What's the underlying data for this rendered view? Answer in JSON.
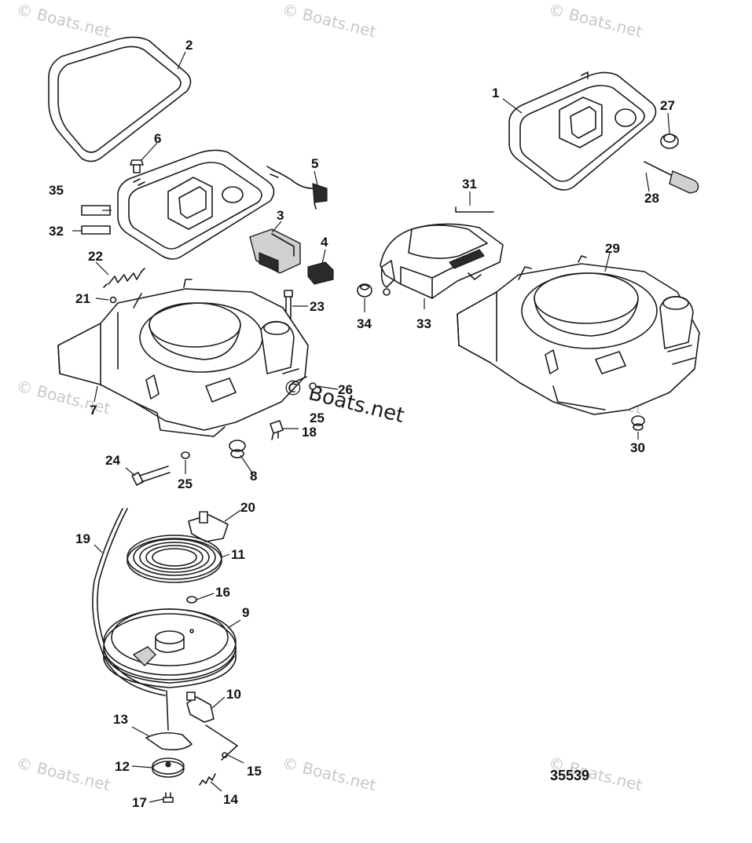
{
  "watermark": {
    "text": "© Boats.net",
    "center_text": "© Boats.net",
    "color": "#c8c8c8"
  },
  "drawing_number": "35539",
  "callouts": [
    "1",
    "2",
    "3",
    "4",
    "5",
    "6",
    "7",
    "8",
    "9",
    "10",
    "11",
    "12",
    "13",
    "14",
    "15",
    "16",
    "17",
    "18",
    "19",
    "20",
    "21",
    "22",
    "23",
    "24",
    "25",
    "25",
    "26",
    "27",
    "28",
    "29",
    "30",
    "31",
    "32",
    "33",
    "34",
    "35"
  ]
}
